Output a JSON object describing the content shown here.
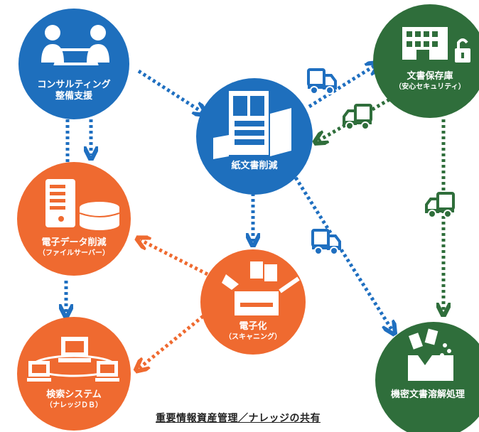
{
  "colors": {
    "blue": "#1e6fbd",
    "orange": "#ef6a30",
    "green": "#2f6e3b",
    "dot_blue": "#1f6fc0",
    "dot_orange": "#ef6a30",
    "dot_green": "#2f6e3b"
  },
  "nodes": {
    "consulting": {
      "title": "コンサルティング",
      "subtitle": "整備支援",
      "icon": "people-meeting-icon"
    },
    "paper": {
      "title": "紙文書削減",
      "icon": "filing-cabinet-icon"
    },
    "storage": {
      "title": "文書保存庫",
      "subtitle": "（安心セキュリティ）",
      "icon": "warehouse-lock-icon"
    },
    "digital": {
      "title": "電子データ削減",
      "subtitle": "（ファイルサーバー）",
      "icon": "server-database-icon"
    },
    "scan": {
      "title": "電子化",
      "subtitle": "（スキャニング）",
      "icon": "scanner-icon"
    },
    "search": {
      "title": "検索システム",
      "subtitle": "（ナレッジＤＢ）",
      "icon": "network-computers-icon"
    },
    "disposal": {
      "title": "機密文書溶解処理",
      "icon": "shredding-box-icon"
    }
  },
  "caption": "重要情報資産管理／ナレッジの共有"
}
